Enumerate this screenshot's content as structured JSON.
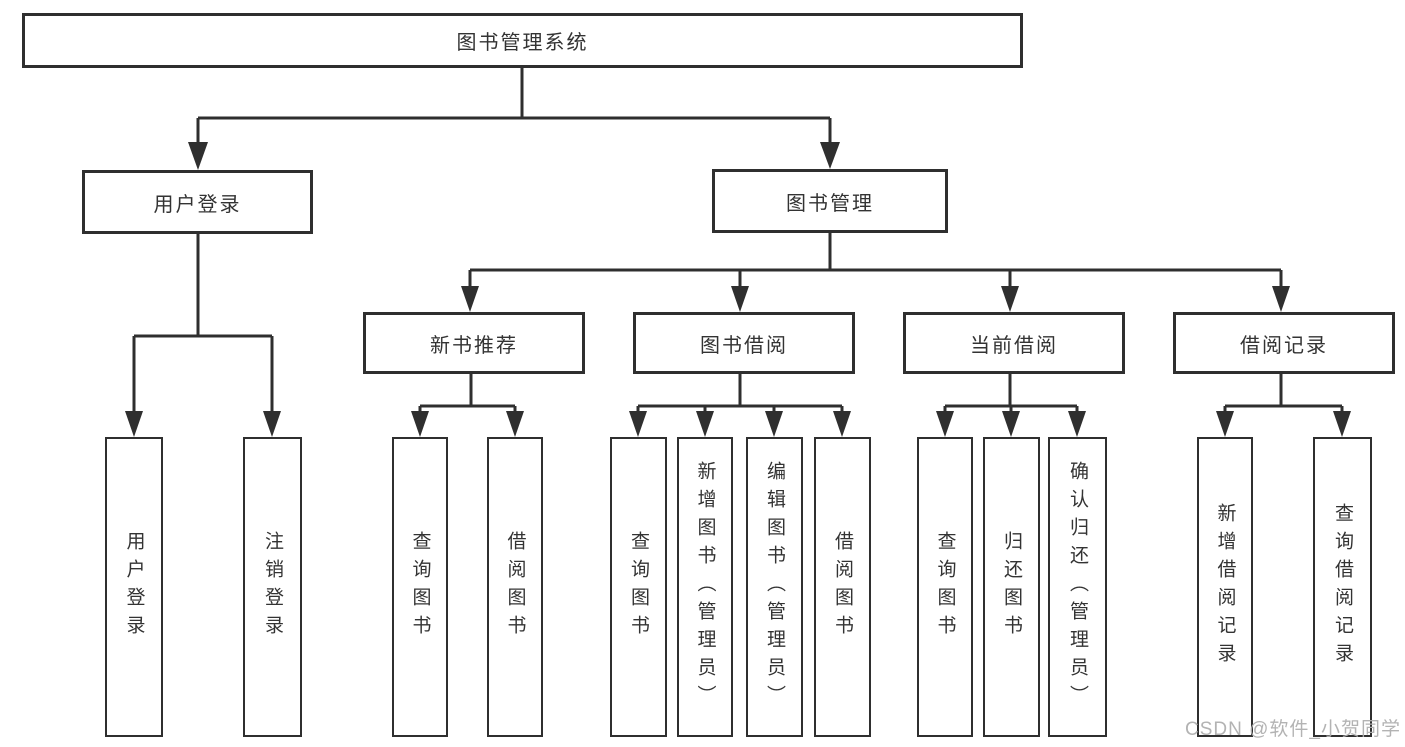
{
  "diagram_type": "hierarchy-tree",
  "colors": {
    "line": "#2f2f2f",
    "text": "#333333",
    "box_background": "#ffffff",
    "watermark": "#afafaf"
  },
  "root": {
    "label": "图书管理系统"
  },
  "branches": [
    {
      "label": "用户登录",
      "children": [
        {
          "label": "用户登录"
        },
        {
          "label": "注销登录"
        }
      ]
    },
    {
      "label": "图书管理",
      "groups": [
        {
          "label": "新书推荐",
          "children": [
            {
              "label": "查询图书"
            },
            {
              "label": "借阅图书"
            }
          ]
        },
        {
          "label": "图书借阅",
          "children": [
            {
              "label": "查询图书"
            },
            {
              "label": "新增图书（管理员）"
            },
            {
              "label": "编辑图书（管理员）"
            },
            {
              "label": "借阅图书"
            }
          ]
        },
        {
          "label": "当前借阅",
          "children": [
            {
              "label": "查询图书"
            },
            {
              "label": "归还图书"
            },
            {
              "label": "确认归还（管理员）"
            }
          ]
        },
        {
          "label": "借阅记录",
          "children": [
            {
              "label": "新增借阅记录"
            },
            {
              "label": "查询借阅记录"
            }
          ]
        }
      ]
    }
  ],
  "watermark": "CSDN @软件_小贺同学"
}
